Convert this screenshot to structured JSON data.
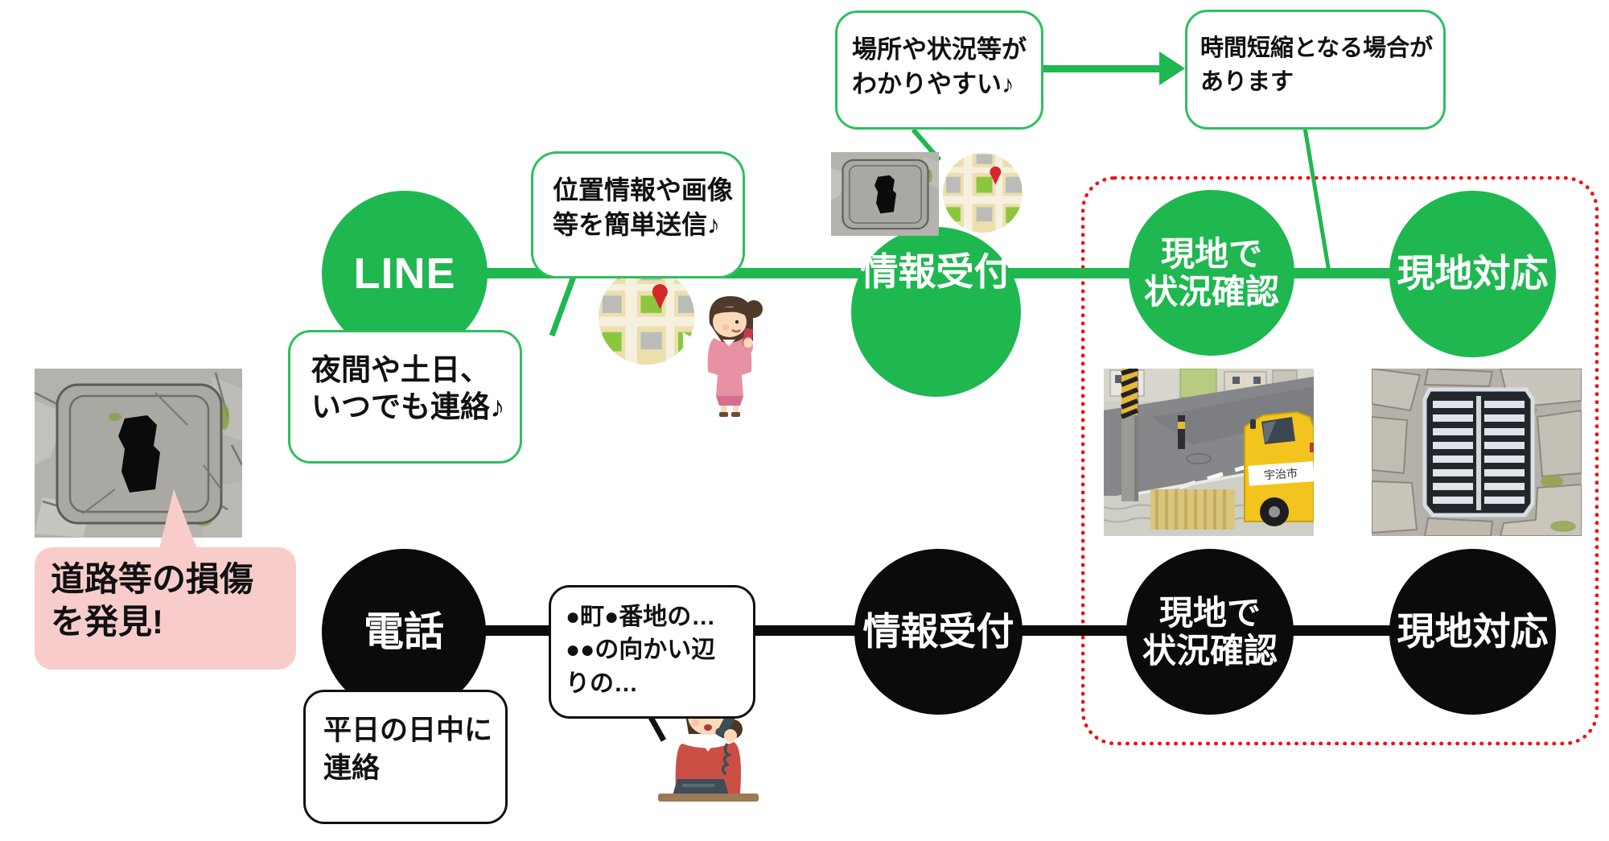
{
  "colors": {
    "green": "#1fb750",
    "green_border": "#2fbf5f",
    "black": "#0b0b0b",
    "red_dotted": "#ef1212",
    "pink": "#f9cccc"
  },
  "discovery": {
    "bubble": {
      "line1": "道路等の損傷",
      "line2": "を発見!"
    }
  },
  "callouts": {
    "send": {
      "line1": "位置情報や画像",
      "line2": "等を簡単送信♪"
    },
    "night": {
      "line1": "夜間や土日、",
      "line2": "いつでも連絡♪"
    },
    "merit": {
      "line1": "場所や状況等が",
      "line2": "わかりやすい♪"
    },
    "result": {
      "line1": "時間短縮となる場合が",
      "line2": "あります"
    },
    "weekday": {
      "line1": "平日の日中に",
      "line2": "連絡"
    },
    "call": {
      "line1": "●町●番地の…",
      "line2": "●●の向かい辺",
      "line3": "りの…"
    }
  },
  "line_flow": {
    "channel": "LINE",
    "reception": "情報受付",
    "onsite_check": {
      "line1": "現地で",
      "line2": "状況確認"
    },
    "onsite_action": "現地対応"
  },
  "phone_flow": {
    "channel": "電話",
    "reception": "情報受付",
    "onsite_check": {
      "line1": "現地で",
      "line2": "状況確認"
    },
    "onsite_action": "現地対応"
  },
  "street_photo": {
    "truck_label": "宇治市"
  }
}
